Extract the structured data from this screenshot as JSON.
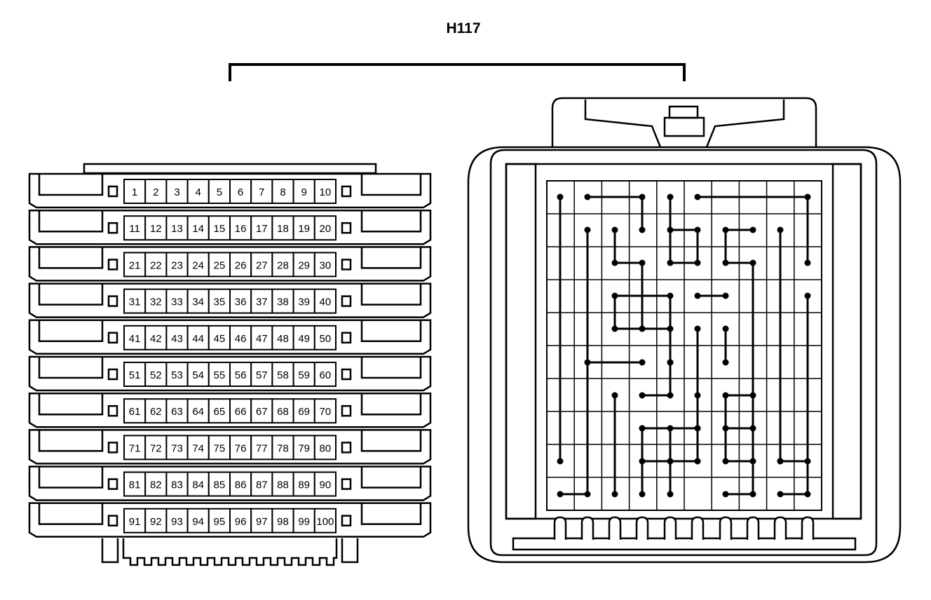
{
  "diagram": {
    "title": "H117",
    "connector_front": {
      "rows": 10,
      "pins_per_row": 10,
      "pin_labels": [
        "1",
        "2",
        "3",
        "4",
        "5",
        "6",
        "7",
        "8",
        "9",
        "10",
        "11",
        "12",
        "13",
        "14",
        "15",
        "16",
        "17",
        "18",
        "19",
        "20",
        "21",
        "22",
        "23",
        "24",
        "25",
        "26",
        "27",
        "28",
        "29",
        "30",
        "31",
        "32",
        "33",
        "34",
        "35",
        "36",
        "37",
        "38",
        "39",
        "40",
        "41",
        "42",
        "43",
        "44",
        "45",
        "46",
        "47",
        "48",
        "49",
        "50",
        "51",
        "52",
        "53",
        "54",
        "55",
        "56",
        "57",
        "58",
        "59",
        "60",
        "61",
        "62",
        "63",
        "64",
        "65",
        "66",
        "67",
        "68",
        "69",
        "70",
        "71",
        "72",
        "73",
        "74",
        "75",
        "76",
        "77",
        "78",
        "79",
        "80",
        "81",
        "82",
        "83",
        "84",
        "85",
        "86",
        "87",
        "88",
        "89",
        "90",
        "91",
        "92",
        "93",
        "94",
        "95",
        "96",
        "97",
        "98",
        "99",
        "100"
      ]
    },
    "connector_back": {
      "grid_cols": 10,
      "grid_rows": 10,
      "bottom_slots": 10
    },
    "colors": {
      "line": "#000000",
      "background": "#ffffff"
    }
  }
}
